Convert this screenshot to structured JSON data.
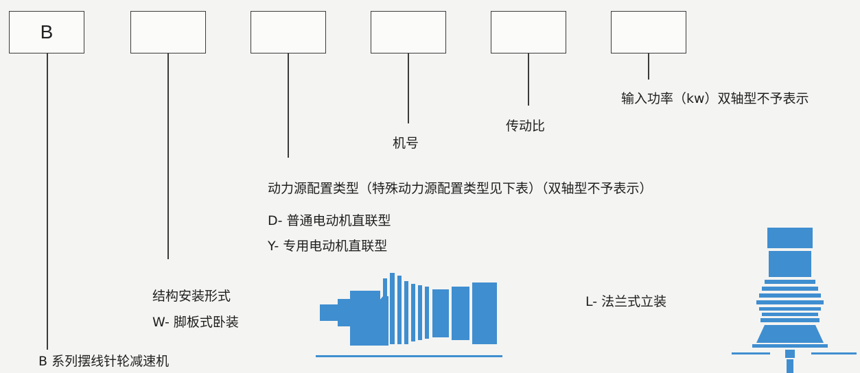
{
  "boxes": [
    "B",
    "",
    "",
    "",
    "",
    ""
  ],
  "labels": {
    "series": "B 系列摆线针轮减速机",
    "structure": "结构安装形式",
    "structure_w": "W- 脚板式卧装",
    "power_source": "动力源配置类型（特殊动力源配置类型见下表）（双轴型不予表示）",
    "power_d": "D- 普通电动机直联型",
    "power_y": "Y- 专用电动机直联型",
    "frame_no": "机号",
    "ratio": "传动比",
    "input_power": "输入功率（kw）双轴型不予表示",
    "flange_l": "L- 法兰式立装"
  },
  "colors": {
    "illustration": "#3f8ed0",
    "line": "#3a3a3a"
  }
}
